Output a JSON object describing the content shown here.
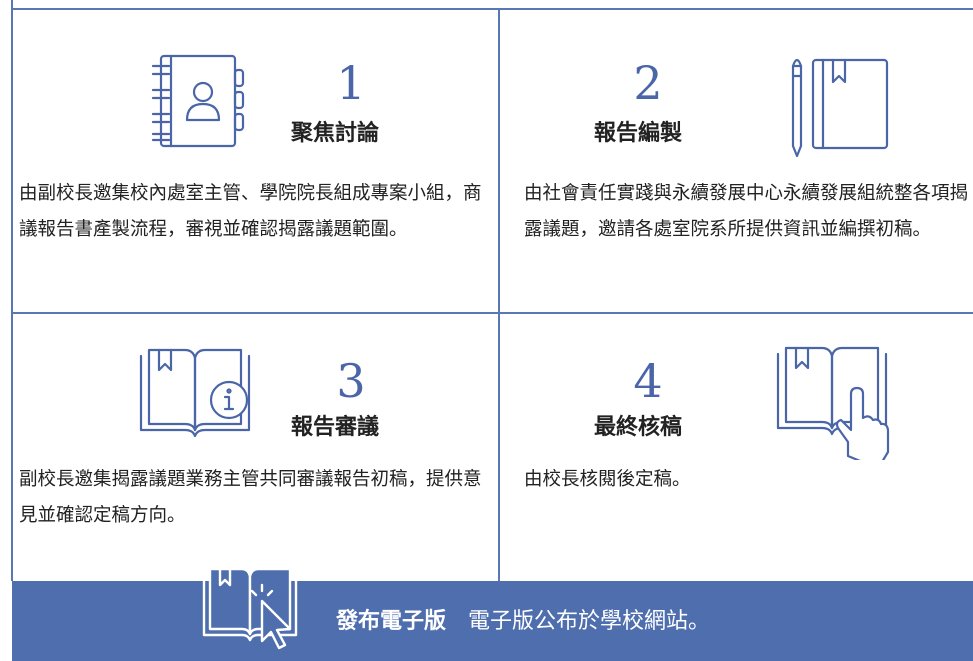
{
  "steps": [
    {
      "number": "1",
      "title": "聚焦討論",
      "description": "由副校長邀集校內處室主管、學院院長組成專案小組，商議報告書產製流程，審視並確認揭露議題範圍。",
      "icon": "address-book-icon"
    },
    {
      "number": "2",
      "title": "報告編製",
      "description": "由社會責任實踐與永續發展中心永續發展組統整各項揭露議題，邀請各處室院系所提供資訊並編撰初稿。",
      "icon": "notebook-pencil-icon"
    },
    {
      "number": "3",
      "title": "報告審議",
      "description": "副校長邀集揭露議題業務主管共同審議報告初稿，提供意見並確認定稿方向。",
      "icon": "book-info-icon"
    },
    {
      "number": "4",
      "title": "最終核稿",
      "description": "由校長核閱後定稿。",
      "icon": "book-hand-icon"
    }
  ],
  "footer": {
    "title": "發布電子版",
    "text": "電子版公布於學校網站。",
    "icon": "book-cursor-icon"
  },
  "colors": {
    "accent": "#4f6eae",
    "line": "#5877b4"
  }
}
